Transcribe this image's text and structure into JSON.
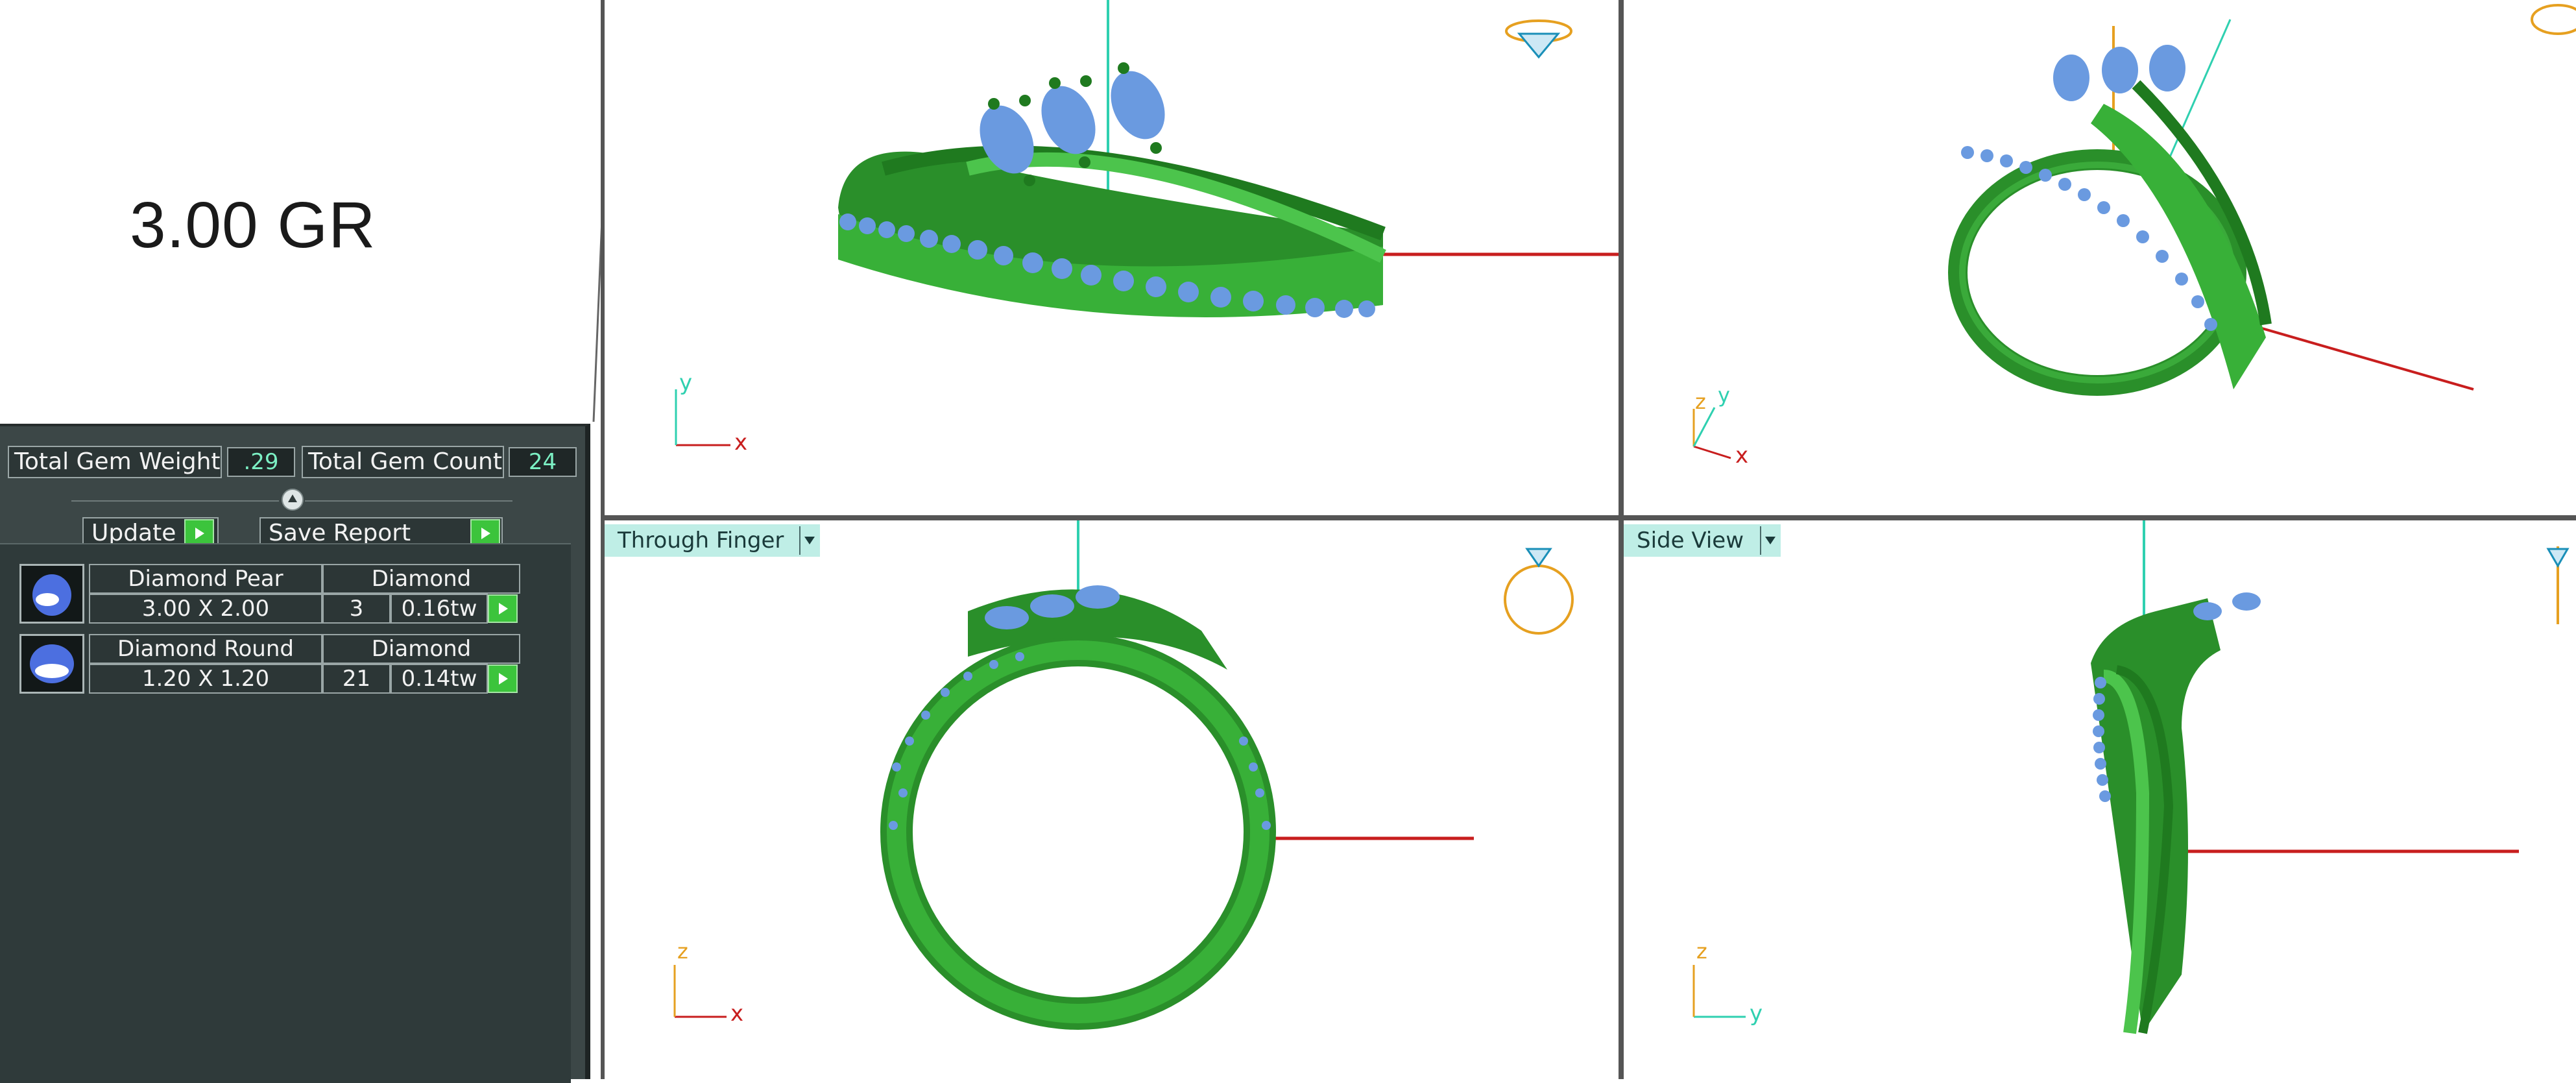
{
  "weight_label": "3.00 GR",
  "summary": {
    "total_gem_weight_label": "Total Gem Weight",
    "total_gem_weight_value": ".29",
    "total_gem_count_label": "Total Gem Count",
    "total_gem_count_value": "24"
  },
  "actions": {
    "update_label": "Update",
    "save_report_label": "Save Report"
  },
  "gems": [
    {
      "shape": "Diamond Pear",
      "material": "Diamond",
      "size": "3.00 X 2.00",
      "count": "3",
      "weight": "0.16tw"
    },
    {
      "shape": "Diamond Round",
      "material": "Diamond",
      "size": "1.20 X 1.20",
      "count": "21",
      "weight": "0.14tw"
    }
  ],
  "viewports": {
    "bottom_left_title": "Through Finger",
    "bottom_right_title": "Side View"
  },
  "axes": {
    "top_left": [
      "y",
      "x"
    ],
    "top_right": [
      "z",
      "y",
      "x"
    ],
    "bottom_left": [
      "z",
      "x"
    ],
    "bottom_right": [
      "z",
      "y"
    ]
  },
  "icons": {
    "gem_thumb": "gem-thumbnail-icon",
    "go": "green-arrow-icon",
    "view_cube": "ring-orientation-icon"
  },
  "colors": {
    "ring": "#2e9e2e",
    "gem": "#6a9ae0",
    "x_axis": "#c81e1e",
    "y_axis": "#2fd0b0",
    "z_axis": "#e6a020",
    "panel": "#3c4747"
  }
}
